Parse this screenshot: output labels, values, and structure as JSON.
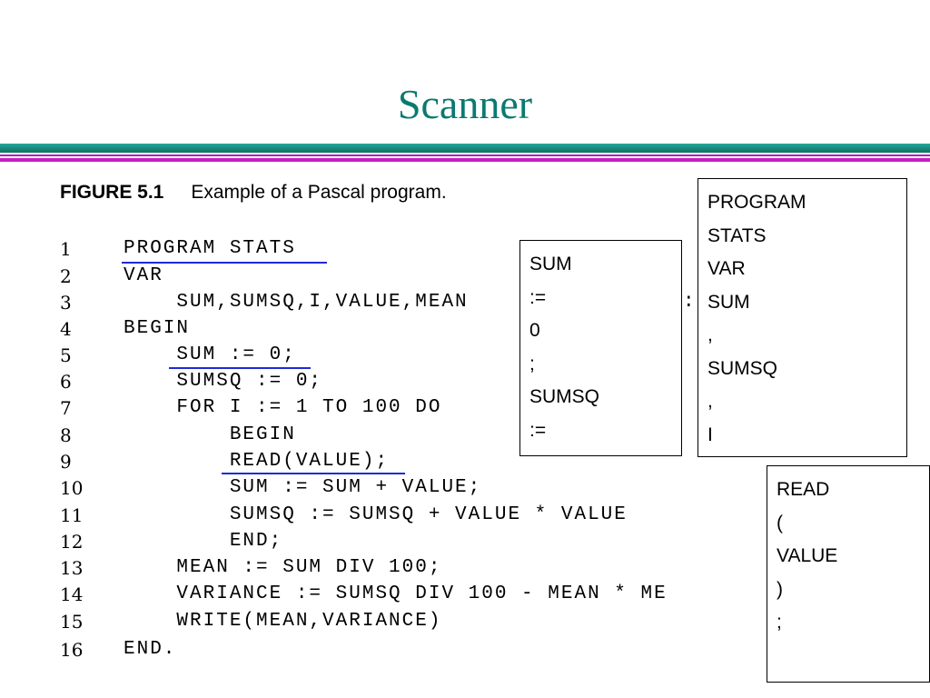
{
  "slide": {
    "title": "Scanner"
  },
  "figure": {
    "label": "FIGURE 5.1",
    "caption": "Example of a Pascal program.",
    "lines": [
      {
        "no": "1",
        "code": "PROGRAM STATS"
      },
      {
        "no": "2",
        "code": "VAR"
      },
      {
        "no": "3",
        "code": "    SUM,SUMSQ,I,VALUE,MEAN"
      },
      {
        "no": "4",
        "code": "BEGIN"
      },
      {
        "no": "5",
        "code": "    SUM := 0;"
      },
      {
        "no": "6",
        "code": "    SUMSQ := 0;"
      },
      {
        "no": "7",
        "code": "    FOR I := 1 TO 100 DO"
      },
      {
        "no": "8",
        "code": "        BEGIN"
      },
      {
        "no": "9",
        "code": "        READ(VALUE);"
      },
      {
        "no": "10",
        "code": "        SUM := SUM + VALUE;"
      },
      {
        "no": "11",
        "code": "        SUMSQ := SUMSQ + VALUE * VALUE"
      },
      {
        "no": "12",
        "code": "        END;"
      },
      {
        "no": "13",
        "code": "    MEAN := SUM DIV 100;"
      },
      {
        "no": "14",
        "code": "    VARIANCE := SUMSQ DIV 100 - MEAN * ME"
      },
      {
        "no": "15",
        "code": "    WRITE(MEAN,VARIANCE)"
      },
      {
        "no": "16",
        "code": "END."
      }
    ],
    "partial_colon": ":"
  },
  "token_boxes": {
    "program": [
      "PROGRAM",
      "STATS",
      "VAR",
      "SUM",
      ",",
      "SUMSQ",
      ",",
      "I"
    ],
    "sum": [
      "SUM",
      ":=",
      "0",
      ";",
      "SUMSQ",
      ":="
    ],
    "read": [
      "READ",
      "(",
      "VALUE",
      ")",
      ";"
    ]
  },
  "colors": {
    "title": "#0b7a6e",
    "rule_teal": "#1a8f84",
    "rule_magenta": "#c21fc2",
    "underline": "#1f2bd6"
  }
}
